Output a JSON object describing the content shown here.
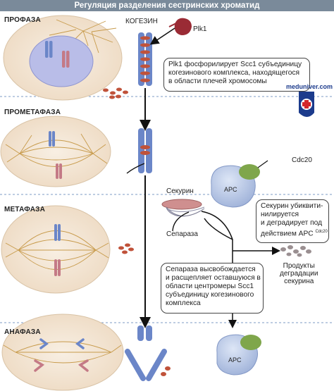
{
  "title": "Регуляция разделения сестринских хроматид",
  "phases": {
    "prophase": "ПРОФАЗА",
    "prometaphase": "ПРОМЕТАФАЗА",
    "metaphase": "МЕТАФАЗА",
    "anaphase": "АНАФАЗА"
  },
  "labels": {
    "cohesin": "КОГЕЗИН",
    "plk1": "Plk1",
    "cdc20": "Cdc20",
    "apc_top": "APC",
    "apc_bottom": "APC",
    "securin": "Секурин",
    "separase": "Сепараза",
    "products_line1": "Продукты",
    "products_line2": "деградации",
    "products_line3": "секурина"
  },
  "boxes": {
    "plk1_box": [
      "Plk1 фосфорилирует Scc1 субъединицу",
      "когезинового комплекса, находящегося",
      "в области плечей хромосомы"
    ],
    "securin_box": [
      "Секурин убиквити-",
      "нилируется",
      "и деградирует под",
      "действием APC"
    ],
    "securin_box_sup": "Cdc20",
    "separase_box": [
      "Сепараза высвобождается",
      "и расщепляет оставшуюся в",
      "области центромеры Scc1",
      "субъединицу когезинового",
      "комплекса"
    ]
  },
  "logo": {
    "text": "meduniver.com"
  },
  "colors": {
    "title_bar": "#7a8a9a",
    "cell": "#f2e4d2",
    "nucleus": "#b9bde8",
    "chromatid_blue": "#6b86c8",
    "chromatid_red": "#c47a86",
    "cohesin": "#c0523a",
    "plk1": "#9a2b35",
    "cdc20": "#7fa64b",
    "apc": "#b8c7e6",
    "spindle": "#c79a4a"
  }
}
